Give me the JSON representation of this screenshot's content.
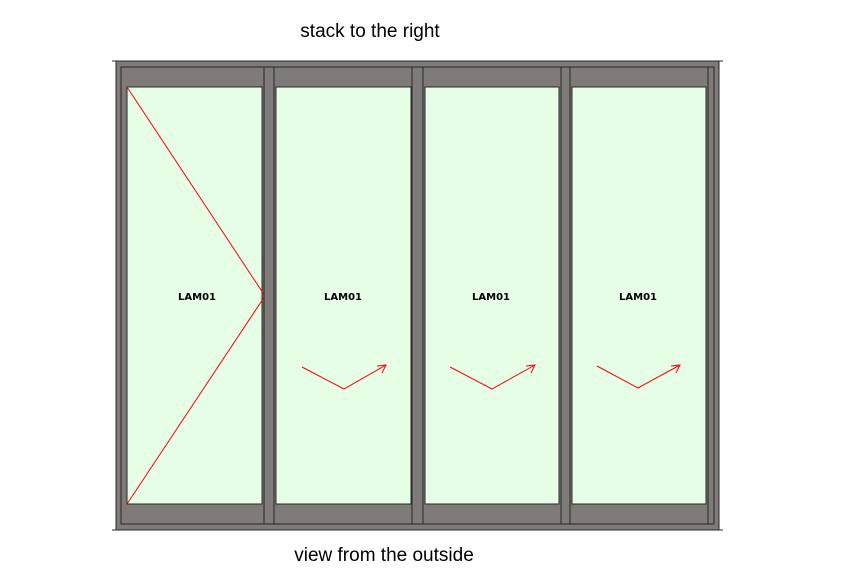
{
  "top_caption": "stack to the right",
  "bottom_caption": "view from the outside",
  "panels": [
    {
      "label": "LAM01",
      "indicator": "hinge-triangle"
    },
    {
      "label": "LAM01",
      "indicator": "slide-arrow-right"
    },
    {
      "label": "LAM01",
      "indicator": "slide-arrow-right"
    },
    {
      "label": "LAM01",
      "indicator": "slide-arrow-right"
    }
  ],
  "colors": {
    "frame": "#7f7b78",
    "frame_stroke": "#2a2a2a",
    "glass": "#e6fde6",
    "indicator": "#ff0000"
  }
}
